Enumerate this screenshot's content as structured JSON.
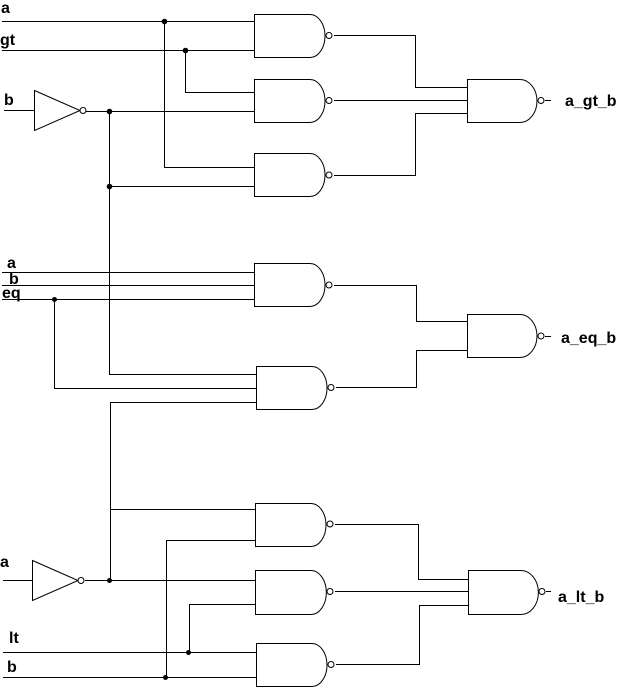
{
  "inputs": {
    "top": {
      "a": "a",
      "gt": "gt",
      "b": "b"
    },
    "middle": {
      "a": "a",
      "b": "b",
      "eq": "eq"
    },
    "bottom": {
      "a": "a",
      "lt": "lt",
      "b": "b"
    }
  },
  "outputs": {
    "gt": "a_gt_b",
    "eq": "a_eq_b",
    "lt": "a_lt_b"
  },
  "colors": {
    "stroke": "#000000",
    "background": "#ffffff"
  },
  "gate_type": "NAND",
  "inverter_count": 2
}
